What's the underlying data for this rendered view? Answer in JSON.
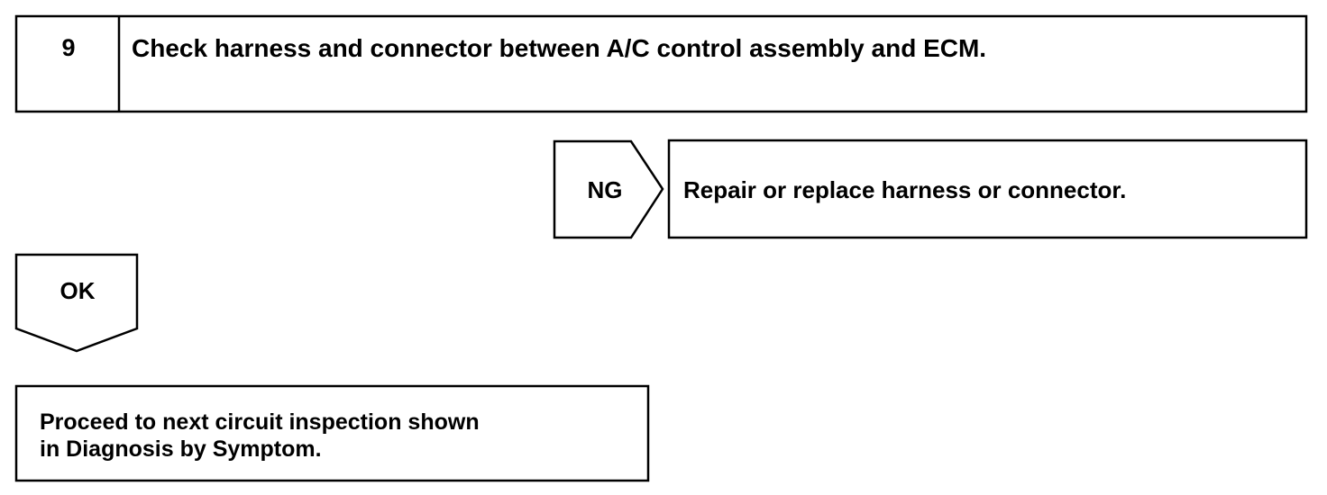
{
  "step": {
    "number": "9",
    "title": "Check harness and connector between A/C control assembly and ECM."
  },
  "ng_branch": {
    "label": "NG",
    "action": "Repair or replace harness or connector."
  },
  "ok_branch": {
    "label": "OK",
    "action_line1": "Proceed to next circuit inspection shown",
    "action_line2": "in Diagnosis by Symptom."
  },
  "colors": {
    "line": "#000000",
    "background": "#ffffff"
  }
}
